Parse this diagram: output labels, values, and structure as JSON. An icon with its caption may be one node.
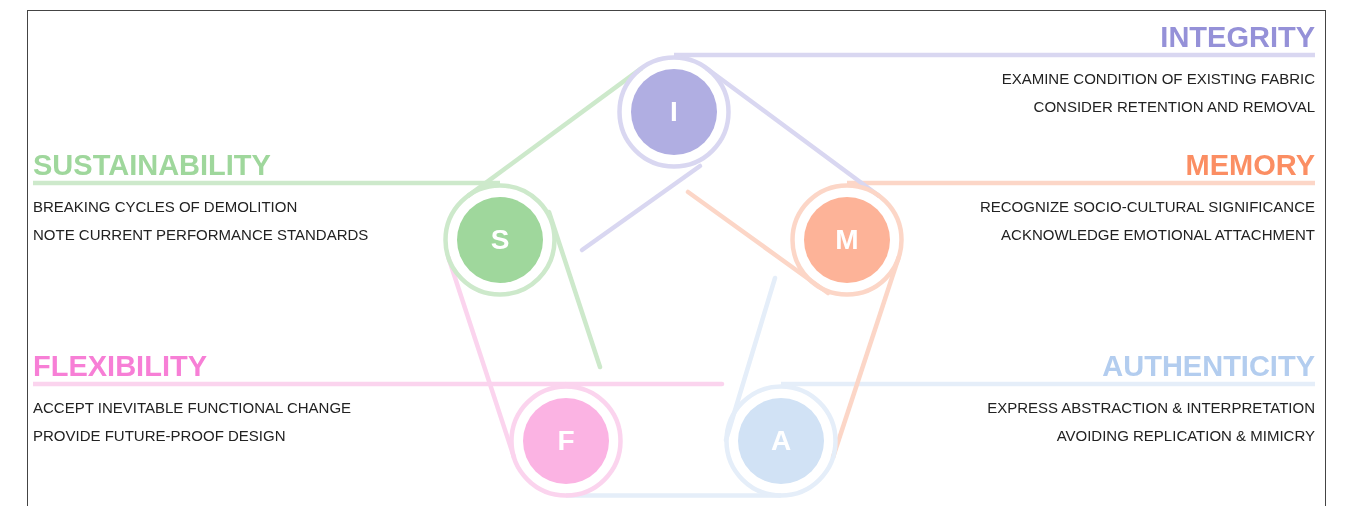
{
  "diagram": {
    "nodes": [
      {
        "text": [
          "INTEGRITY"
        ],
        "beside": [
          "EXAMINE CONDITION OF EXISTING FABRIC",
          "CONSIDER RETENTION AND REMOVAL"
        ]
      },
      {
        "text": [
          "I"
        ]
      },
      {
        "text": [
          "SUSTAINABILITY"
        ],
        "beside": [
          "BREAKING CYCLES OF DEMOLITION",
          "NOTE CURRENT PERFORMANCE STANDARDS"
        ]
      },
      {
        "text": [
          "MEMORY"
        ],
        "beside": [
          "RECOGNIZE SOCIO-CULTURAL SIGNIFICANCE",
          "ACKNOWLEDGE EMOTIONAL ATTACHMENT"
        ]
      },
      {
        "text": [
          "S"
        ]
      },
      {
        "text": [
          "M"
        ]
      },
      {
        "text": [
          "FLEXIBILITY"
        ],
        "beside": [
          "ACCEPT INEVITABLE FUNCTIONAL CHANGE",
          "PROVIDE FUTURE-PROOF DESIGN"
        ]
      },
      {
        "text": [
          "AUTHENTICITY"
        ],
        "beside": [
          "EXPRESS ABSTRACTION & INTERPRETATION",
          "AVOIDING REPLICATION & MIMICRY"
        ]
      },
      {
        "text": [
          "F"
        ]
      },
      {
        "text": [
          "A"
        ]
      }
    ],
    "edges": [
      {
        "from": 0,
        "to": 1,
        "arrow": "none",
        "color": "#d9d7f1"
      },
      {
        "from": 2,
        "to": 4,
        "arrow": "none",
        "color": "#cde9cb"
      },
      {
        "from": 3,
        "to": 5,
        "arrow": "none",
        "color": "#fcd6c7"
      },
      {
        "from": 6,
        "to": 8,
        "arrow": "none",
        "color": "#fbd4ee"
      },
      {
        "from": 7,
        "to": 9,
        "arrow": "none",
        "color": "#e5eef9"
      },
      {
        "from": 4,
        "to": 1,
        "arrow": "none",
        "color": "#cde9cb"
      },
      {
        "from": 1,
        "to": 5,
        "arrow": "none",
        "color": "#d9d7f1"
      },
      {
        "from": 5,
        "to": 9,
        "arrow": "none",
        "color": "#fcd6c7"
      },
      {
        "from": 9,
        "to": 8,
        "arrow": "none",
        "color": "#e5eef9"
      },
      {
        "from": 8,
        "to": 4,
        "arrow": "none",
        "color": "#fbd4ee"
      }
    ]
  }
}
